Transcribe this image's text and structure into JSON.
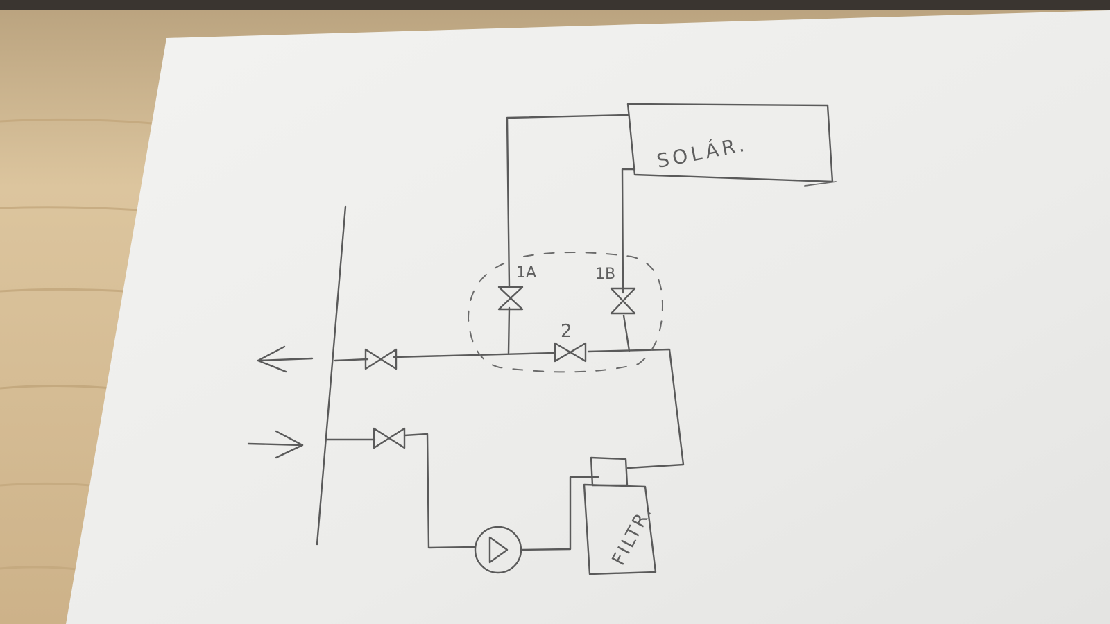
{
  "diagram": {
    "solar_label": "SOLÁR.",
    "filter_label": "FILTR.",
    "valve_1a_label": "1A",
    "valve_1b_label": "1B",
    "valve_2_label": "2"
  },
  "colors": {
    "paper": "#f1f1ef",
    "pencil": "#5a5a5a",
    "wood": "#d9c39a"
  }
}
